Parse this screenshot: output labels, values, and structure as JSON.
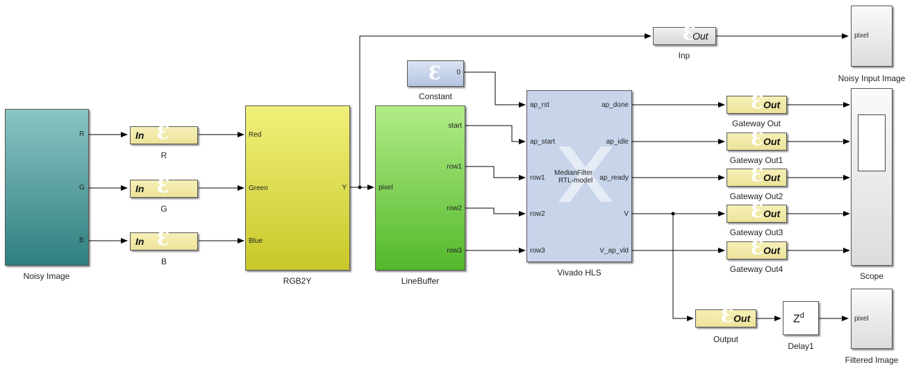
{
  "blocks": {
    "noisy_image": {
      "label": "Noisy Image",
      "ports_out": [
        "R",
        "G",
        "B"
      ]
    },
    "gw_in_r": {
      "text": "In",
      "label": "R"
    },
    "gw_in_g": {
      "text": "In",
      "label": "G"
    },
    "gw_in_b": {
      "text": "In",
      "label": "B"
    },
    "rgb2y": {
      "label": "RGB2Y",
      "ports_in": [
        "Red",
        "Green",
        "Blue"
      ],
      "port_out": "Y"
    },
    "linebuffer": {
      "label": "LineBuffer",
      "port_in": "pixel",
      "ports_out": [
        "start",
        "row1",
        "row2",
        "row3"
      ]
    },
    "constant": {
      "label": "Constant",
      "value": "0"
    },
    "vivado": {
      "label": "Vivado HLS",
      "ports_in": [
        "ap_rst",
        "ap_start",
        "row1",
        "row2",
        "row3"
      ],
      "ports_out": [
        "ap_done",
        "ap_idle",
        "ap_ready",
        "V",
        "V_ap_vld"
      ],
      "center_line1": "MedianFilter",
      "center_line2": "RTL-model"
    },
    "inp": {
      "label": "Inp",
      "text": "Out"
    },
    "noisy_input_image": {
      "label": "Noisy Input Image",
      "port": "pixel"
    },
    "gw_out": {
      "text": "Out",
      "labels": [
        "Gateway Out",
        "Gateway Out1",
        "Gateway Out2",
        "Gateway Out3",
        "Gateway Out4"
      ]
    },
    "scope": {
      "label": "Scope"
    },
    "output": {
      "label": "Output",
      "text": "Out"
    },
    "delay1": {
      "label": "Delay1",
      "text": "Z",
      "superscript": "d"
    },
    "filtered_image": {
      "label": "Filtered Image",
      "port": "pixel"
    }
  },
  "colors": {
    "teal": "#4c9d9d",
    "yellow": "#e4e44a",
    "green": "#74d044",
    "gateway": "#efe6a4",
    "lightblue": "#c8d4ea",
    "gray": "#e0e0e0"
  }
}
